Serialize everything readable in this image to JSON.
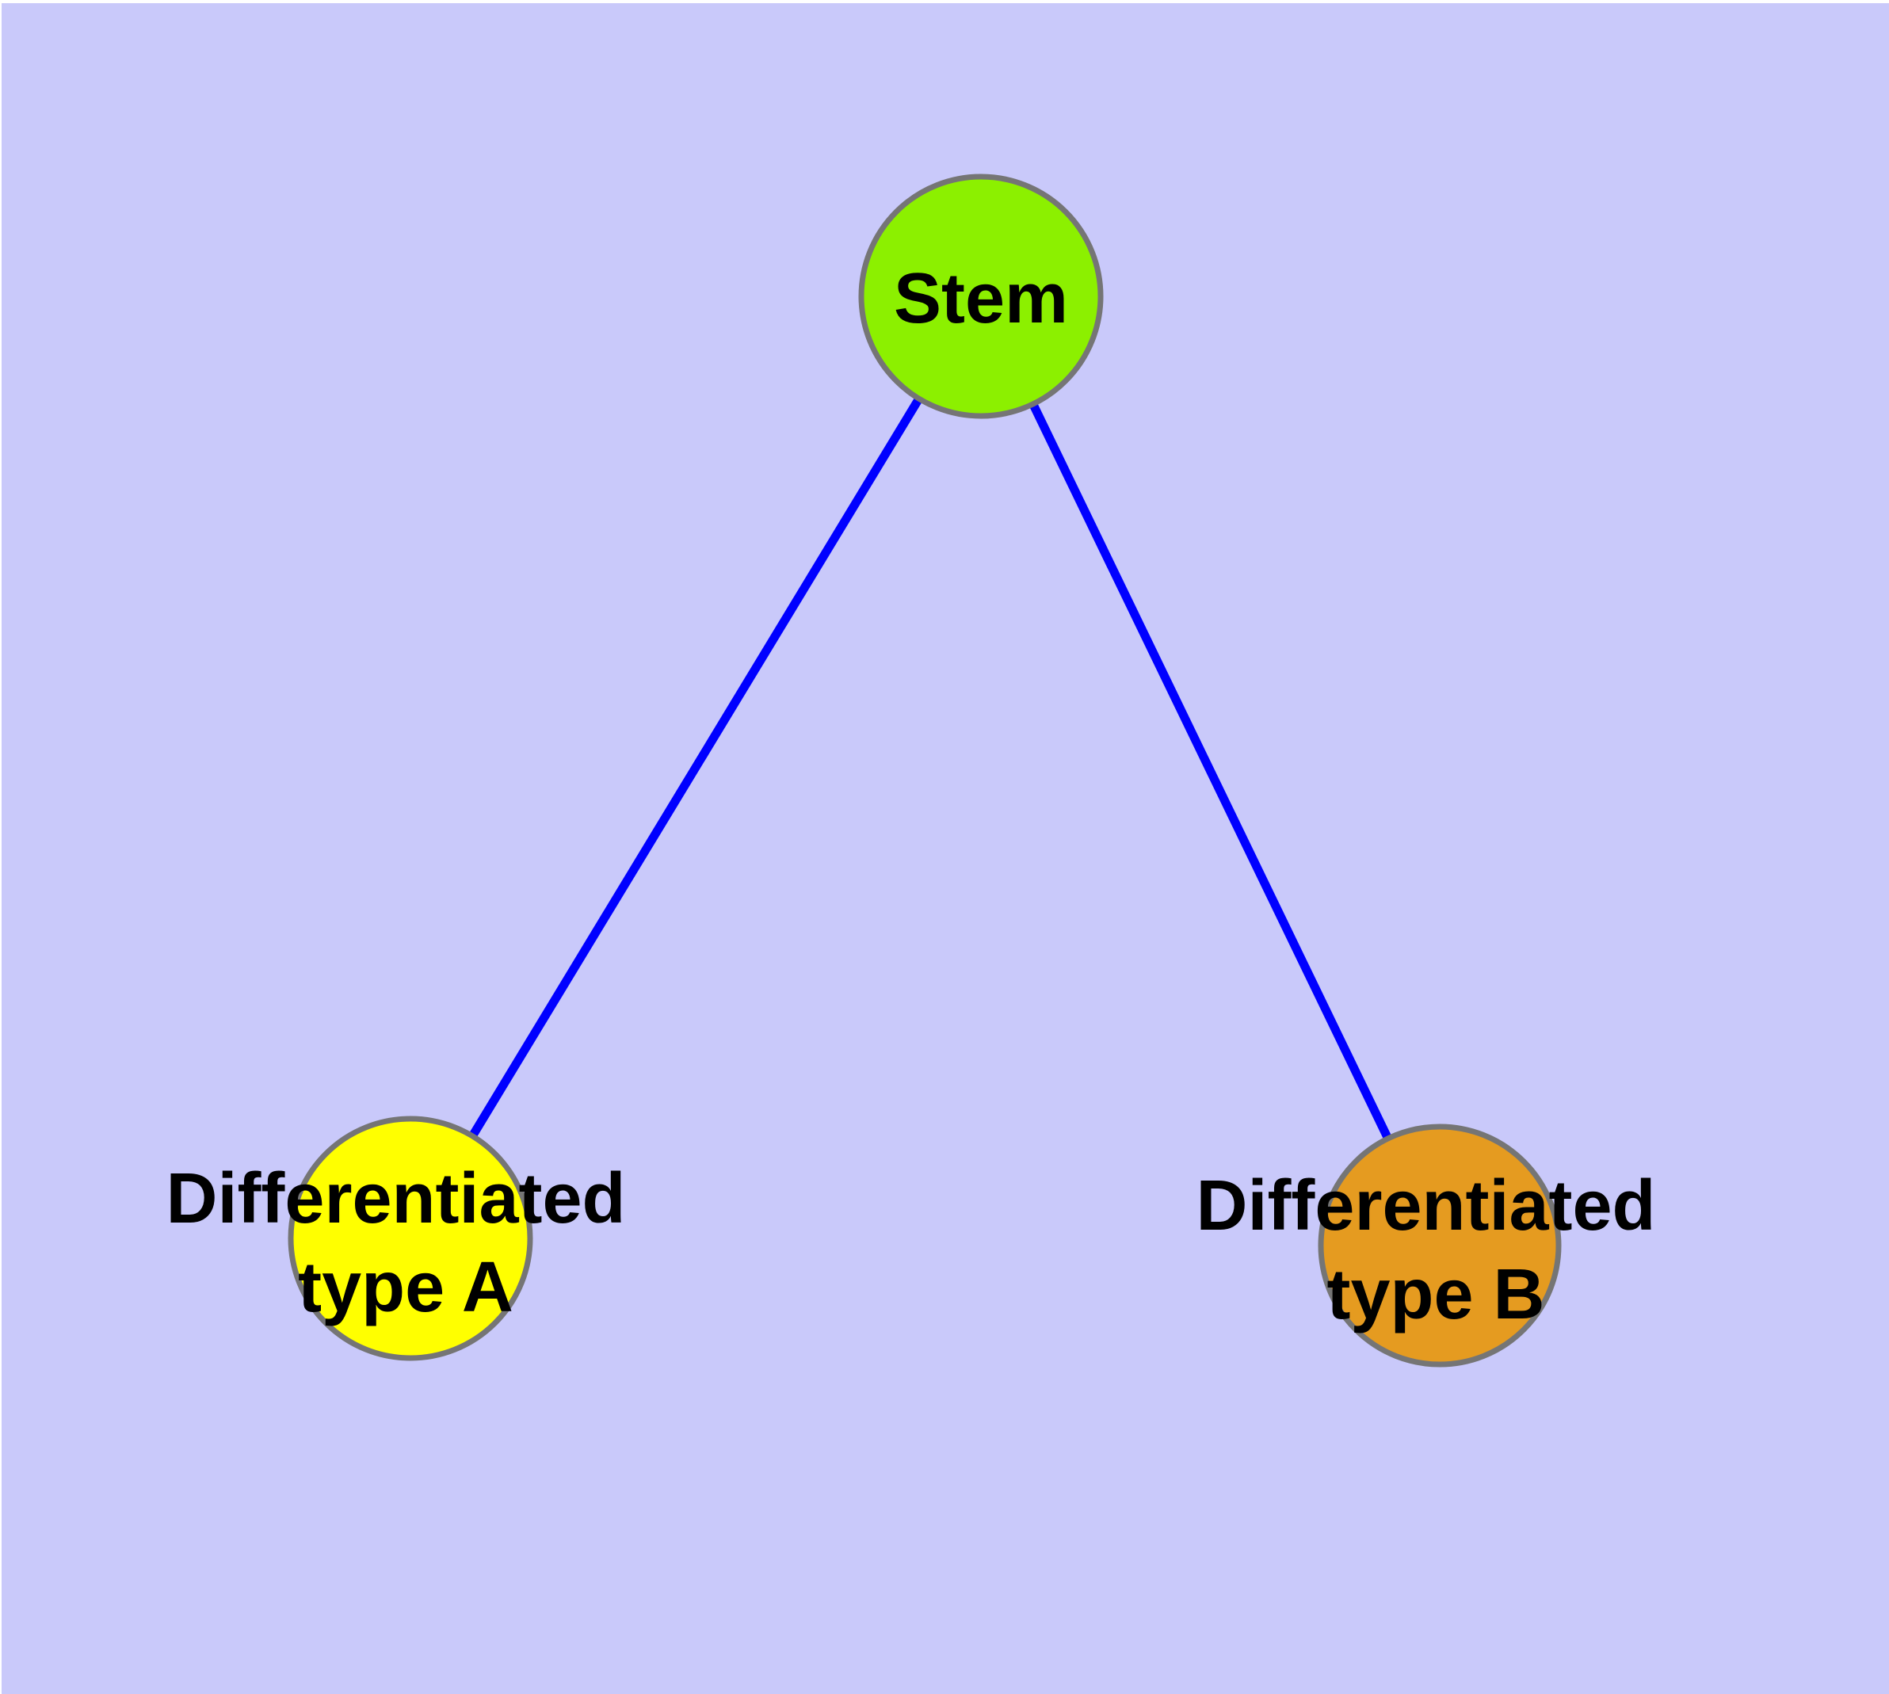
{
  "canvas": {
    "background_color": "#C9C9FA",
    "margin_color": "#FFFFFF"
  },
  "diagram": {
    "type": "node-link-graph",
    "description": "Stem cell differentiation graph: one stem node branching to two differentiated cell type nodes",
    "style": {
      "node_border_color": "#757575",
      "label_color": "#000000",
      "edge_color": "#0000FF"
    },
    "nodes": [
      {
        "id": "stem",
        "lines": [
          "Stem"
        ],
        "fill": "#8CF000"
      },
      {
        "id": "differentiated-type-a",
        "lines": [
          "Differentiated",
          "type A"
        ],
        "fill": "#FFFF00"
      },
      {
        "id": "differentiated-type-b",
        "lines": [
          "Differentiated",
          "type B"
        ],
        "fill": "#E59B20"
      }
    ],
    "edges": [
      {
        "from": "Stem",
        "to": "Differentiated type A",
        "color": "#0000FF"
      },
      {
        "from": "Stem",
        "to": "Differentiated type B",
        "color": "#0000FF"
      }
    ]
  }
}
